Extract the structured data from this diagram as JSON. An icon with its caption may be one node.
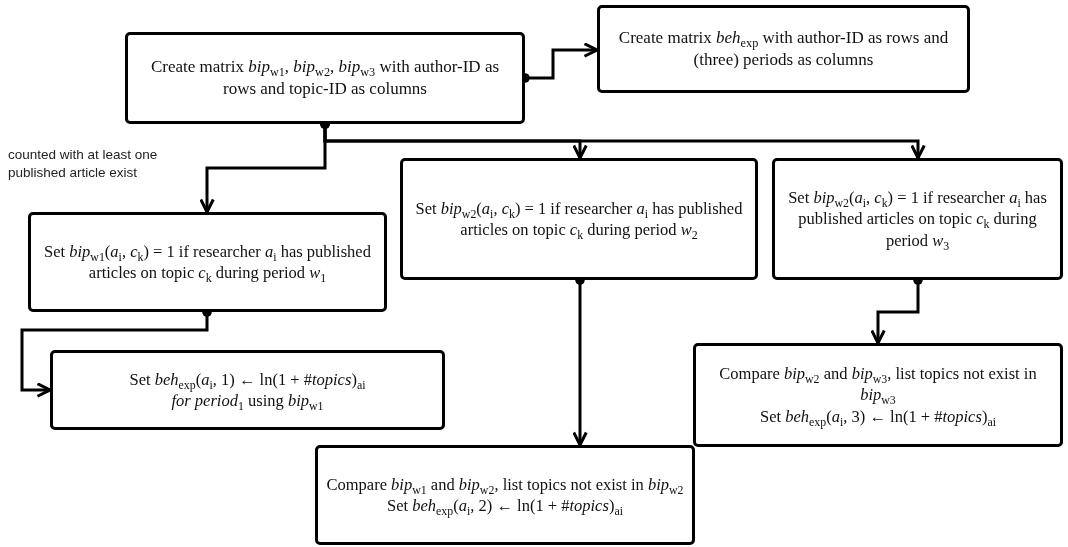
{
  "diagram": {
    "nodes": [
      {
        "text": [
          "Create matrix *bip*$_{w1}$, *bip*$_{w2}$, *bip*$_{w3}$ with author-ID as rows and topic-ID as columns"
        ]
      },
      {
        "text": [
          "Create matrix *beh*$_{exp}$ with author-ID as rows and (three) periods as columns"
        ]
      },
      {
        "text": [
          "Set *bip*$_{w1}$(*a*$_{i}$, *c*$_{k}$) = 1 if researcher *a*$_{i}$ has published articles on topic *c*$_{k}$ during period *w*$_{1}$"
        ]
      },
      {
        "text": [
          "Set *bip*$_{w2}$(*a*$_{i}$, *c*$_{k}$) = 1 if researcher *a*$_{i}$ has published articles on topic *c*$_{k}$ during period *w*$_{2}$"
        ]
      },
      {
        "text": [
          "Set *bip*$_{w2}$(*a*$_{i}$, *c*$_{k}$) = 1 if researcher *a*$_{i}$ has published articles on topic *c*$_{k}$ during period *w*$_{3}$"
        ]
      },
      {
        "text": [
          "Set *beh*$_{exp}$(*a*$_{i}$, 1) ← ln(1 + #*topics*)$_{ai}$",
          "*for period*$_{1}$ using *bip*$_{w1}$"
        ]
      },
      {
        "text": [
          "Compare *bip*$_{w1}$ and *bip*$_{w2}$, list topics not exist in *bip*$_{w2}$",
          "Set *beh*$_{exp}$(*a*$_{i}$, 2) ← ln(1 + #*topics*)$_{ai}$"
        ]
      },
      {
        "text": [
          "Compare *bip*$_{w2}$ and *bip*$_{w3}$, list topics not exist in *bip*$_{w3}$",
          "Set *beh*$_{exp}$(*a*$_{i}$, 3) ← ln(1 + #*topics*)$_{ai}$"
        ]
      }
    ],
    "edges": [
      {
        "from": 0,
        "to": 1,
        "arrow": "to"
      },
      {
        "from": 0,
        "to": 2,
        "arrow": "to"
      },
      {
        "from": 0,
        "to": 3,
        "arrow": "to"
      },
      {
        "from": 0,
        "to": 4,
        "arrow": "to"
      },
      {
        "from": 2,
        "to": 5,
        "arrow": "to"
      },
      {
        "from": 3,
        "to": 6,
        "arrow": "to"
      },
      {
        "from": 4,
        "to": 7,
        "arrow": "to"
      }
    ],
    "labels": [
      "counted with at least one published article exist"
    ]
  }
}
